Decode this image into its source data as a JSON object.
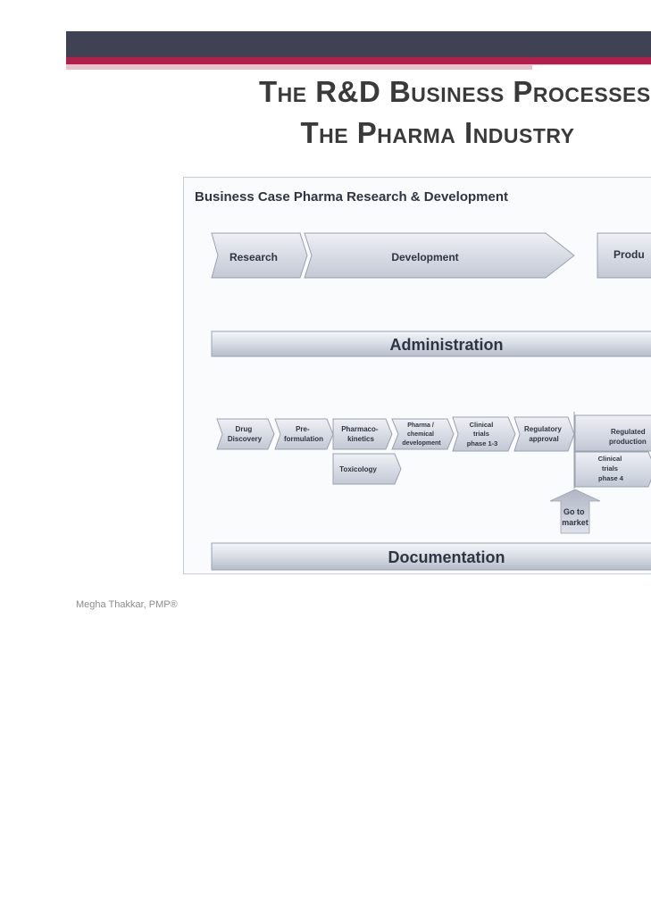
{
  "slide": {
    "title_line1": "The R&D Business Processes",
    "title_line2": "The Pharma Industry",
    "footer": "Megha Thakkar, PMP®"
  },
  "diagram": {
    "heading": "Business Case Pharma Research & Development",
    "phases": [
      "Research",
      "Development",
      "Produ"
    ],
    "administration": "Administration",
    "documentation": "Documentation",
    "steps": {
      "drug_discovery": [
        "Drug",
        "Discovery"
      ],
      "pre_formulation": [
        "Pre-",
        "formulation"
      ],
      "pharmacokinetics": [
        "Pharmaco-",
        "kinetics"
      ],
      "pharma_chemical": [
        "Pharma /",
        "chemical",
        "development"
      ],
      "clinical_trials": [
        "Clinical",
        "trials",
        "phase 1-3"
      ],
      "regulatory_approval": [
        "Regulatory",
        "approval"
      ],
      "regulated_production": [
        "Regulated",
        "production"
      ],
      "toxicology": "Toxicology",
      "clinical_trials_4": [
        "Clinical",
        "trials",
        "phase 4"
      ],
      "go_to_market": [
        "Go to",
        "market"
      ]
    },
    "colors": {
      "shape_fill_top": "#e9ecf2",
      "shape_fill_bottom": "#c3c9d6",
      "shape_stroke": "#9aa1ae",
      "text": "#2e3442"
    }
  }
}
